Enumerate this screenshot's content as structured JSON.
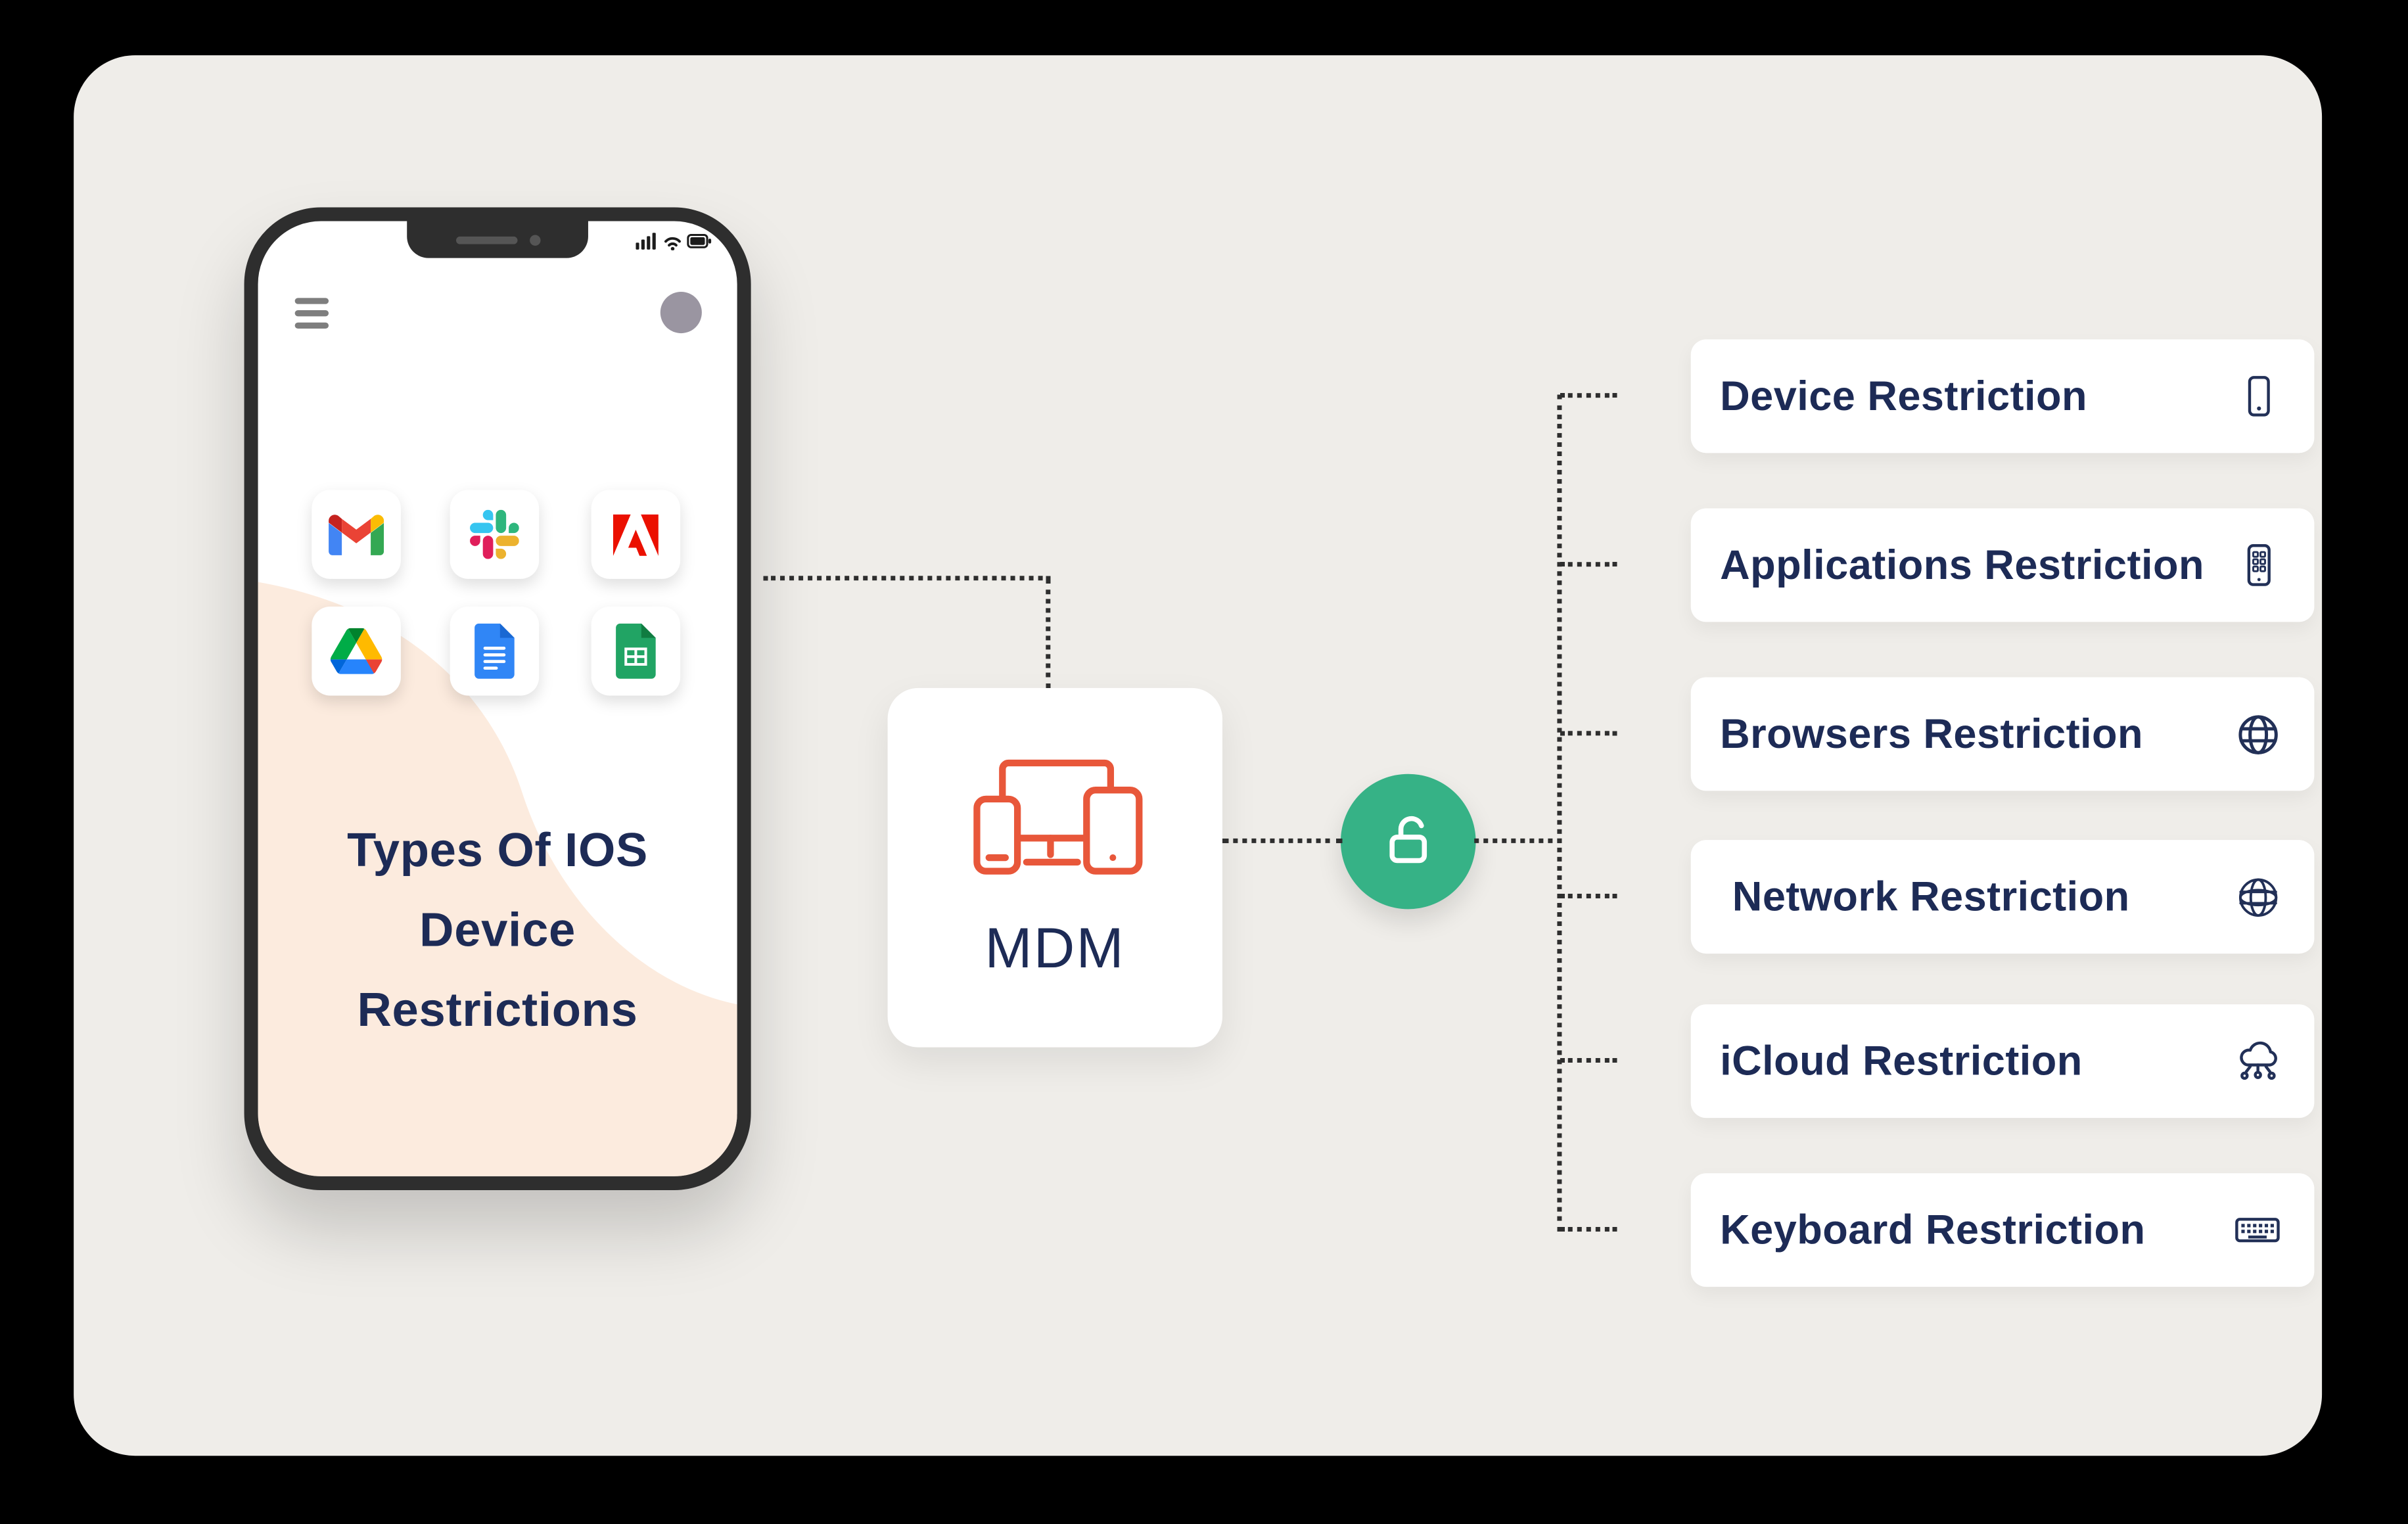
{
  "colors": {
    "page_bg": "#000000",
    "card_bg": "#EFEDE9",
    "navy": "#1D2B56",
    "orange": "#E8573A",
    "green": "#36B286",
    "blob": "#FCEBDE",
    "connector": "#2E2E2E",
    "panel": "#FFFFFF"
  },
  "phone": {
    "title_lines": [
      "Types Of IOS",
      "Device",
      "Restrictions"
    ],
    "app_icons": [
      "gmail-icon",
      "slack-icon",
      "adobe-icon",
      "google-drive-icon",
      "google-docs-icon",
      "google-sheets-icon"
    ],
    "status_icons": [
      "signal-icon",
      "wifi-icon",
      "battery-icon"
    ],
    "top_icons": [
      "hamburger-menu-icon",
      "avatar"
    ]
  },
  "mdm": {
    "label": "MDM",
    "icon": "devices-icon"
  },
  "hub": {
    "icon": "unlock-icon"
  },
  "restrictions": [
    {
      "label": "Device Restriction",
      "icon": "smartphone-icon"
    },
    {
      "label": "Applications Restriction",
      "icon": "app-grid-phone-icon"
    },
    {
      "label": "Browsers Restriction",
      "icon": "globe-icon"
    },
    {
      "label": "Network Restriction",
      "icon": "network-globe-icon"
    },
    {
      "label": "iCloud Restriction",
      "icon": "cloud-network-icon"
    },
    {
      "label": "Keyboard Restriction",
      "icon": "keyboard-icon"
    }
  ]
}
